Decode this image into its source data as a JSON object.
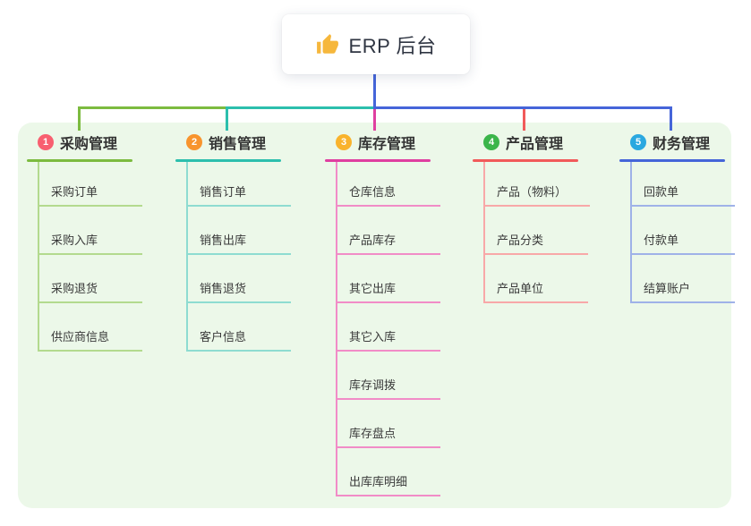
{
  "root": {
    "title": "ERP 后台",
    "icon": "thumbs-up-icon",
    "icon_color": "#f6b73c"
  },
  "branches": [
    {
      "badge": "1",
      "title": "采购管理",
      "badge_color": "#f85f70",
      "line_color": "#7cbb3f",
      "sub_line_color": "#b3da8e",
      "items": [
        "采购订单",
        "采购入库",
        "采购退货",
        "供应商信息"
      ]
    },
    {
      "badge": "2",
      "title": "销售管理",
      "badge_color": "#f8942d",
      "line_color": "#2cbfad",
      "sub_line_color": "#8edcd1",
      "items": [
        "销售订单",
        "销售出库",
        "销售退货",
        "客户信息"
      ]
    },
    {
      "badge": "3",
      "title": "库存管理",
      "badge_color": "#f9b32c",
      "line_color": "#df3fa0",
      "sub_line_color": "#f18cc7",
      "items": [
        "仓库信息",
        "产品库存",
        "其它出库",
        "其它入库",
        "库存调拨",
        "库存盘点",
        "出库库明细"
      ]
    },
    {
      "badge": "4",
      "title": "产品管理",
      "badge_color": "#3bb54a",
      "line_color": "#f15a5a",
      "sub_line_color": "#f8a8a8",
      "items": [
        "产品（物料）",
        "产品分类",
        "产品单位"
      ]
    },
    {
      "badge": "5",
      "title": "财务管理",
      "badge_color": "#2aa8e0",
      "line_color": "#4565d9",
      "sub_line_color": "#9fb2e8",
      "items": [
        "回款单",
        "付款单",
        "结算账户"
      ]
    }
  ],
  "colors": {
    "panel_bg": "#ecf8e9",
    "root_connector": "#4565d9",
    "text_dark": "#2f3542",
    "text_item": "#3a3a3a"
  }
}
